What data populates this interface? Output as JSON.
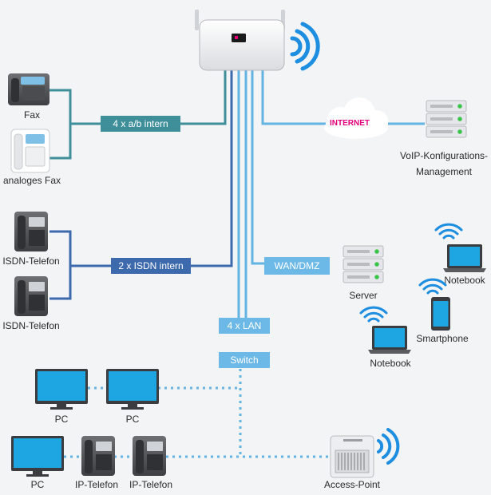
{
  "labels": {
    "fax": "Fax",
    "analog_fax": "analoges Fax",
    "isdn_phone_1": "ISDN-Telefon",
    "isdn_phone_2": "ISDN-Telefon",
    "voip_mgmt_line1": "VoIP-Konfigurations-",
    "voip_mgmt_line2": "Management",
    "server": "Server",
    "notebook_1": "Notebook",
    "notebook_2": "Notebook",
    "smartphone": "Smartphone",
    "pc_1": "PC",
    "pc_2": "PC",
    "pc_3": "PC",
    "ip_phone_1": "IP-Telefon",
    "ip_phone_2": "IP-Telefon",
    "access_point": "Access-Point"
  },
  "tags": {
    "ab_intern": "4 x a/b intern",
    "isdn_intern": "2 x ISDN intern",
    "wan_dmz": "WAN/DMZ",
    "lan": "4 x LAN",
    "switch": "Switch"
  },
  "cloud": {
    "text": "INTERNET"
  },
  "icons": [
    "router-icon",
    "wifi-waves-icon",
    "fax-icon",
    "analog-fax-icon",
    "isdn-phone-icon",
    "server-icon",
    "cloud-icon",
    "notebook-icon",
    "smartphone-icon",
    "pc-monitor-icon",
    "ip-phone-icon",
    "access-point-icon"
  ],
  "colors": {
    "ab_line": "#3f8f9a",
    "isdn_line": "#3d69ad",
    "lan_line": "#63b3e3",
    "ab_tag": "#3f8f9a",
    "isdn_tag": "#3d69ad",
    "lan_tag": "#6cb8e6",
    "internet_text": "#e2007a",
    "device_screen": "#1ea6e3",
    "wifi": "#1e8ee0",
    "background": "#f3f4f6"
  }
}
